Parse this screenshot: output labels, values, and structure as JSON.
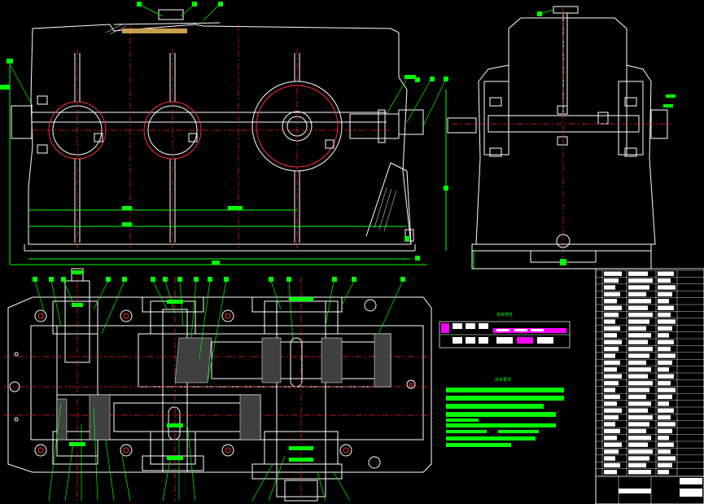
{
  "drawing": {
    "background": "#000000",
    "line_color": "#ffffff",
    "center_line_color": "#ff2020",
    "leader_color": "#00ff00",
    "fill_color": "#00ff00",
    "hatch_color": "#ff3030"
  },
  "views": [
    {
      "name": "front-view",
      "label": "",
      "type": "elevation"
    },
    {
      "name": "side-view",
      "label": "",
      "type": "elevation"
    },
    {
      "name": "top-view",
      "label": "",
      "type": "section-plan"
    }
  ],
  "tables": {
    "tech_specs_title": "技术特性",
    "tech_requirements_title": "技术要求",
    "parts_list_rows": 30
  },
  "title_block": {
    "drawing_title": "",
    "scale": ""
  }
}
